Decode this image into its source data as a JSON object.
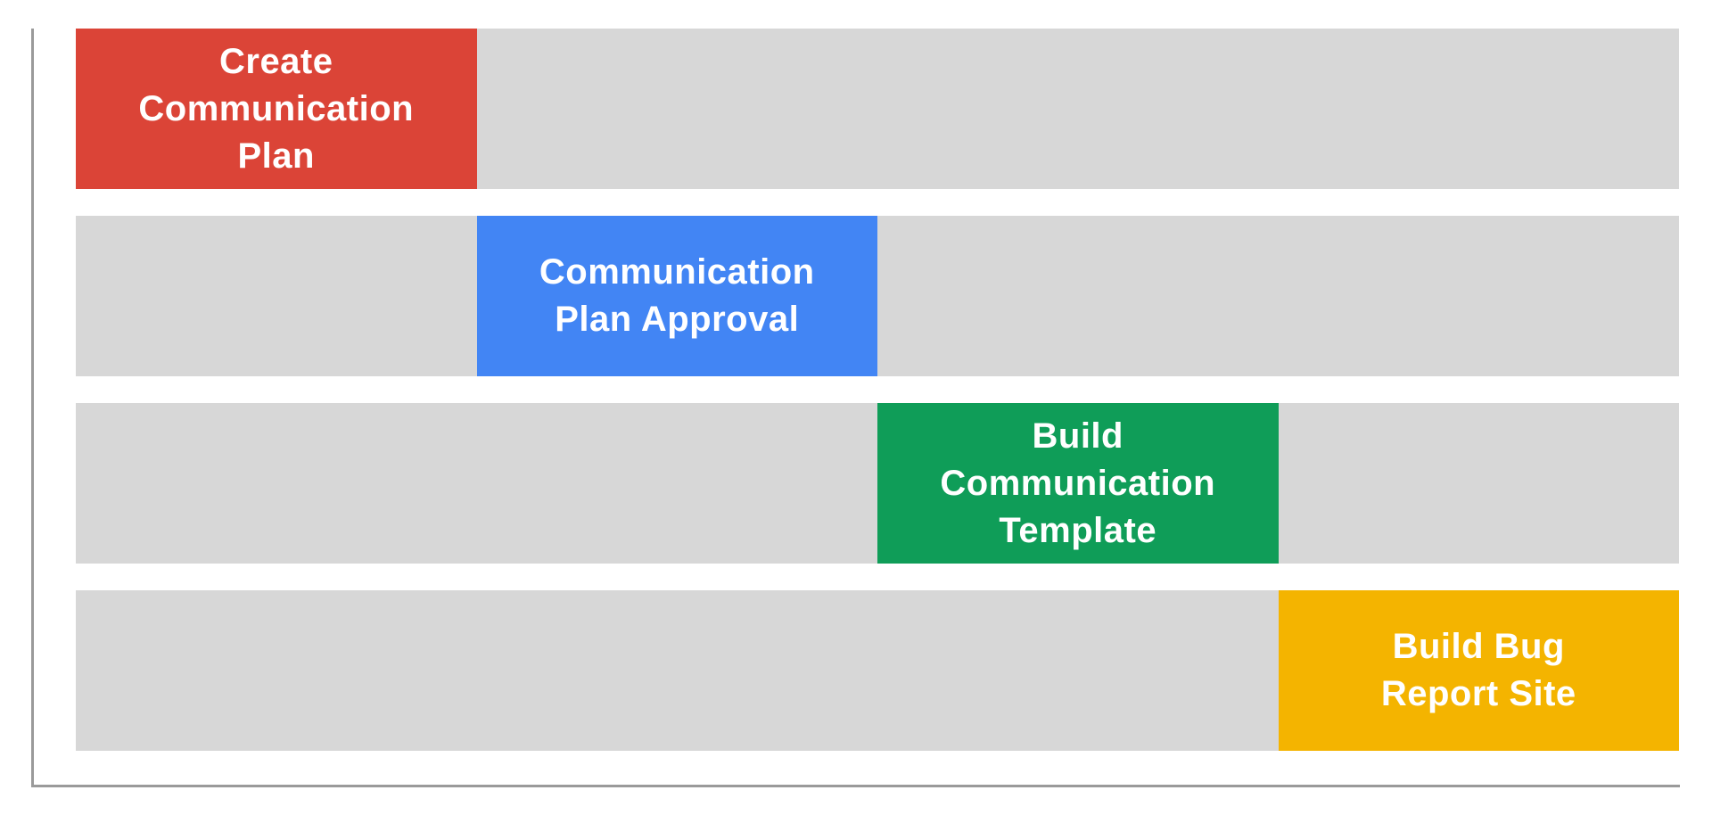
{
  "chart_data": {
    "type": "bar",
    "variant": "gantt-timeline",
    "title": "",
    "xlabel": "",
    "ylabel": "",
    "legend": "none",
    "gridlines": false,
    "tick_labels": "none",
    "axis_color": "#9a9a9a",
    "track_color": "#d7d7d7",
    "label_text_color": "#ffffff",
    "x_range_pct": [
      0,
      100
    ],
    "tasks": [
      {
        "label": "Create Communication Plan",
        "label_lines": "Create\nCommunication\nPlan",
        "row": 1,
        "start_pct": 0,
        "end_pct": 25,
        "color": "#db4437"
      },
      {
        "label": "Communication Plan Approval",
        "label_lines": "Communication\nPlan Approval",
        "row": 2,
        "start_pct": 25,
        "end_pct": 50,
        "color": "#4285f4"
      },
      {
        "label": "Build Communication Template",
        "label_lines": "Build\nCommunication\nTemplate",
        "row": 3,
        "start_pct": 50,
        "end_pct": 75,
        "color": "#0f9d58"
      },
      {
        "label": "Build Bug Report Site",
        "label_lines": "Build Bug\nReport Site",
        "row": 4,
        "start_pct": 75,
        "end_pct": 100,
        "color": "#f4b400"
      }
    ]
  }
}
